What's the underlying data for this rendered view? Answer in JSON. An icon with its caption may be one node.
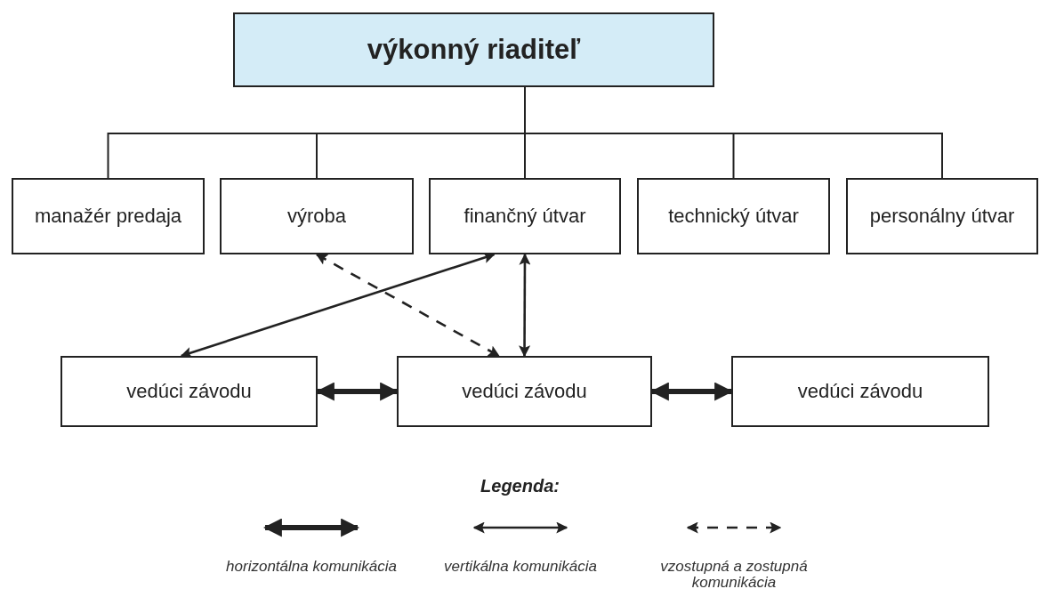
{
  "diagram": {
    "nodes": [
      {
        "text": [
          "výkonný riaditeľ"
        ]
      },
      {
        "text": [
          "manažér predaja"
        ]
      },
      {
        "text": [
          "výroba"
        ]
      },
      {
        "text": [
          "finančný útvar"
        ]
      },
      {
        "text": [
          "technický útvar"
        ]
      },
      {
        "text": [
          "personálny útvar"
        ]
      },
      {
        "text": [
          "vedúci závodu"
        ]
      },
      {
        "text": [
          "vedúci závodu"
        ]
      },
      {
        "text": [
          "vedúci závodu"
        ]
      }
    ],
    "edges": [
      {
        "from": 0,
        "to": 1,
        "arrow": "none"
      },
      {
        "from": 0,
        "to": 2,
        "arrow": "none"
      },
      {
        "from": 0,
        "to": 3,
        "arrow": "none"
      },
      {
        "from": 0,
        "to": 4,
        "arrow": "none"
      },
      {
        "from": 0,
        "to": 5,
        "arrow": "none"
      },
      {
        "from": 3,
        "to": 6,
        "arrow": "both"
      },
      {
        "from": 2,
        "to": 7,
        "arrow": "both",
        "style": "dashed"
      },
      {
        "from": 3,
        "to": 7,
        "arrow": "both"
      },
      {
        "from": 6,
        "to": 7,
        "arrow": "both",
        "style": "thick"
      },
      {
        "from": 7,
        "to": 8,
        "arrow": "both",
        "style": "thick"
      }
    ],
    "labels": [
      "Legenda:"
    ],
    "legend": [
      {
        "text": "horizontálna komunikácia"
      },
      {
        "text": "vertikálna komunikácia"
      },
      {
        "text": "vzostupná a zostupná komunikácia"
      }
    ]
  }
}
